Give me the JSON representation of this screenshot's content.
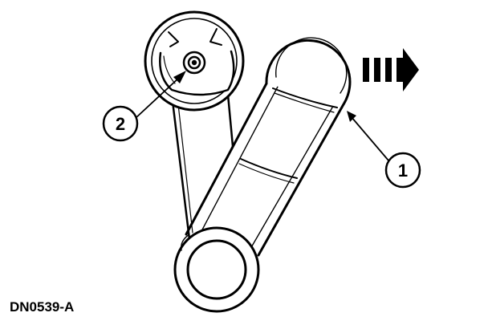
{
  "figure": {
    "reference_code": "DN0539-A",
    "callouts": [
      {
        "number": "1"
      },
      {
        "number": "2"
      }
    ],
    "direction_arrow": "striped-right-arrow-icon",
    "colors": {
      "ink": "#000000",
      "paper": "#ffffff"
    }
  }
}
